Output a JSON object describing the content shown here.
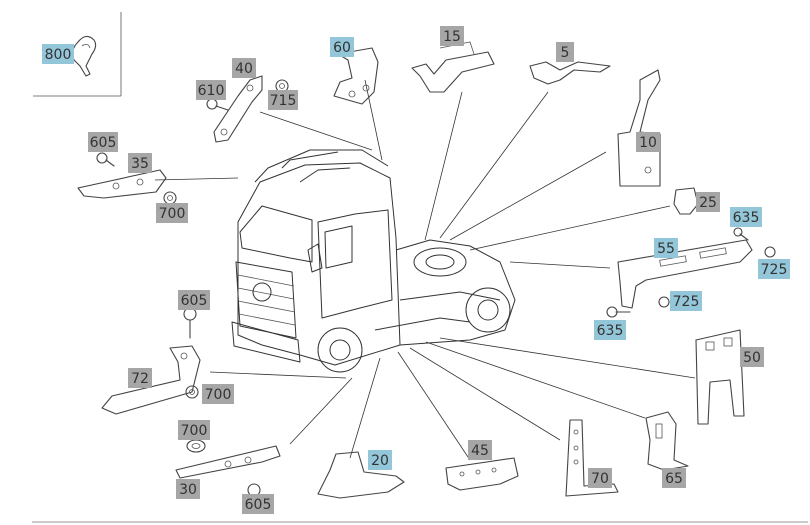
{
  "colors": {
    "grey_tag": "#a6a6a6",
    "blue_tag": "#92c6d8",
    "line": "#333333"
  },
  "inset": {
    "callout": "800"
  },
  "callouts": [
    {
      "id": "c800",
      "text": "800",
      "style": "blue"
    },
    {
      "id": "c60",
      "text": "60",
      "style": "blue"
    },
    {
      "id": "c40",
      "text": "40",
      "style": "grey"
    },
    {
      "id": "c610",
      "text": "610",
      "style": "grey"
    },
    {
      "id": "c715",
      "text": "715",
      "style": "grey"
    },
    {
      "id": "c15",
      "text": "15",
      "style": "grey"
    },
    {
      "id": "c5",
      "text": "5",
      "style": "grey"
    },
    {
      "id": "c10",
      "text": "10",
      "style": "grey"
    },
    {
      "id": "c605a",
      "text": "605",
      "style": "grey"
    },
    {
      "id": "c35",
      "text": "35",
      "style": "grey"
    },
    {
      "id": "c700a",
      "text": "700",
      "style": "grey"
    },
    {
      "id": "c25",
      "text": "25",
      "style": "grey"
    },
    {
      "id": "c635a",
      "text": "635",
      "style": "blue"
    },
    {
      "id": "c55",
      "text": "55",
      "style": "blue"
    },
    {
      "id": "c725a",
      "text": "725",
      "style": "blue"
    },
    {
      "id": "c725b",
      "text": "725",
      "style": "blue"
    },
    {
      "id": "c635b",
      "text": "635",
      "style": "blue"
    },
    {
      "id": "c605b",
      "text": "605",
      "style": "grey"
    },
    {
      "id": "c72",
      "text": "72",
      "style": "grey"
    },
    {
      "id": "c700b",
      "text": "700",
      "style": "grey"
    },
    {
      "id": "c50",
      "text": "50",
      "style": "grey"
    },
    {
      "id": "c700c",
      "text": "700",
      "style": "grey"
    },
    {
      "id": "c30",
      "text": "30",
      "style": "grey"
    },
    {
      "id": "c605c",
      "text": "605",
      "style": "grey"
    },
    {
      "id": "c20",
      "text": "20",
      "style": "blue"
    },
    {
      "id": "c45",
      "text": "45",
      "style": "grey"
    },
    {
      "id": "c70",
      "text": "70",
      "style": "grey"
    },
    {
      "id": "c65",
      "text": "65",
      "style": "grey"
    }
  ]
}
